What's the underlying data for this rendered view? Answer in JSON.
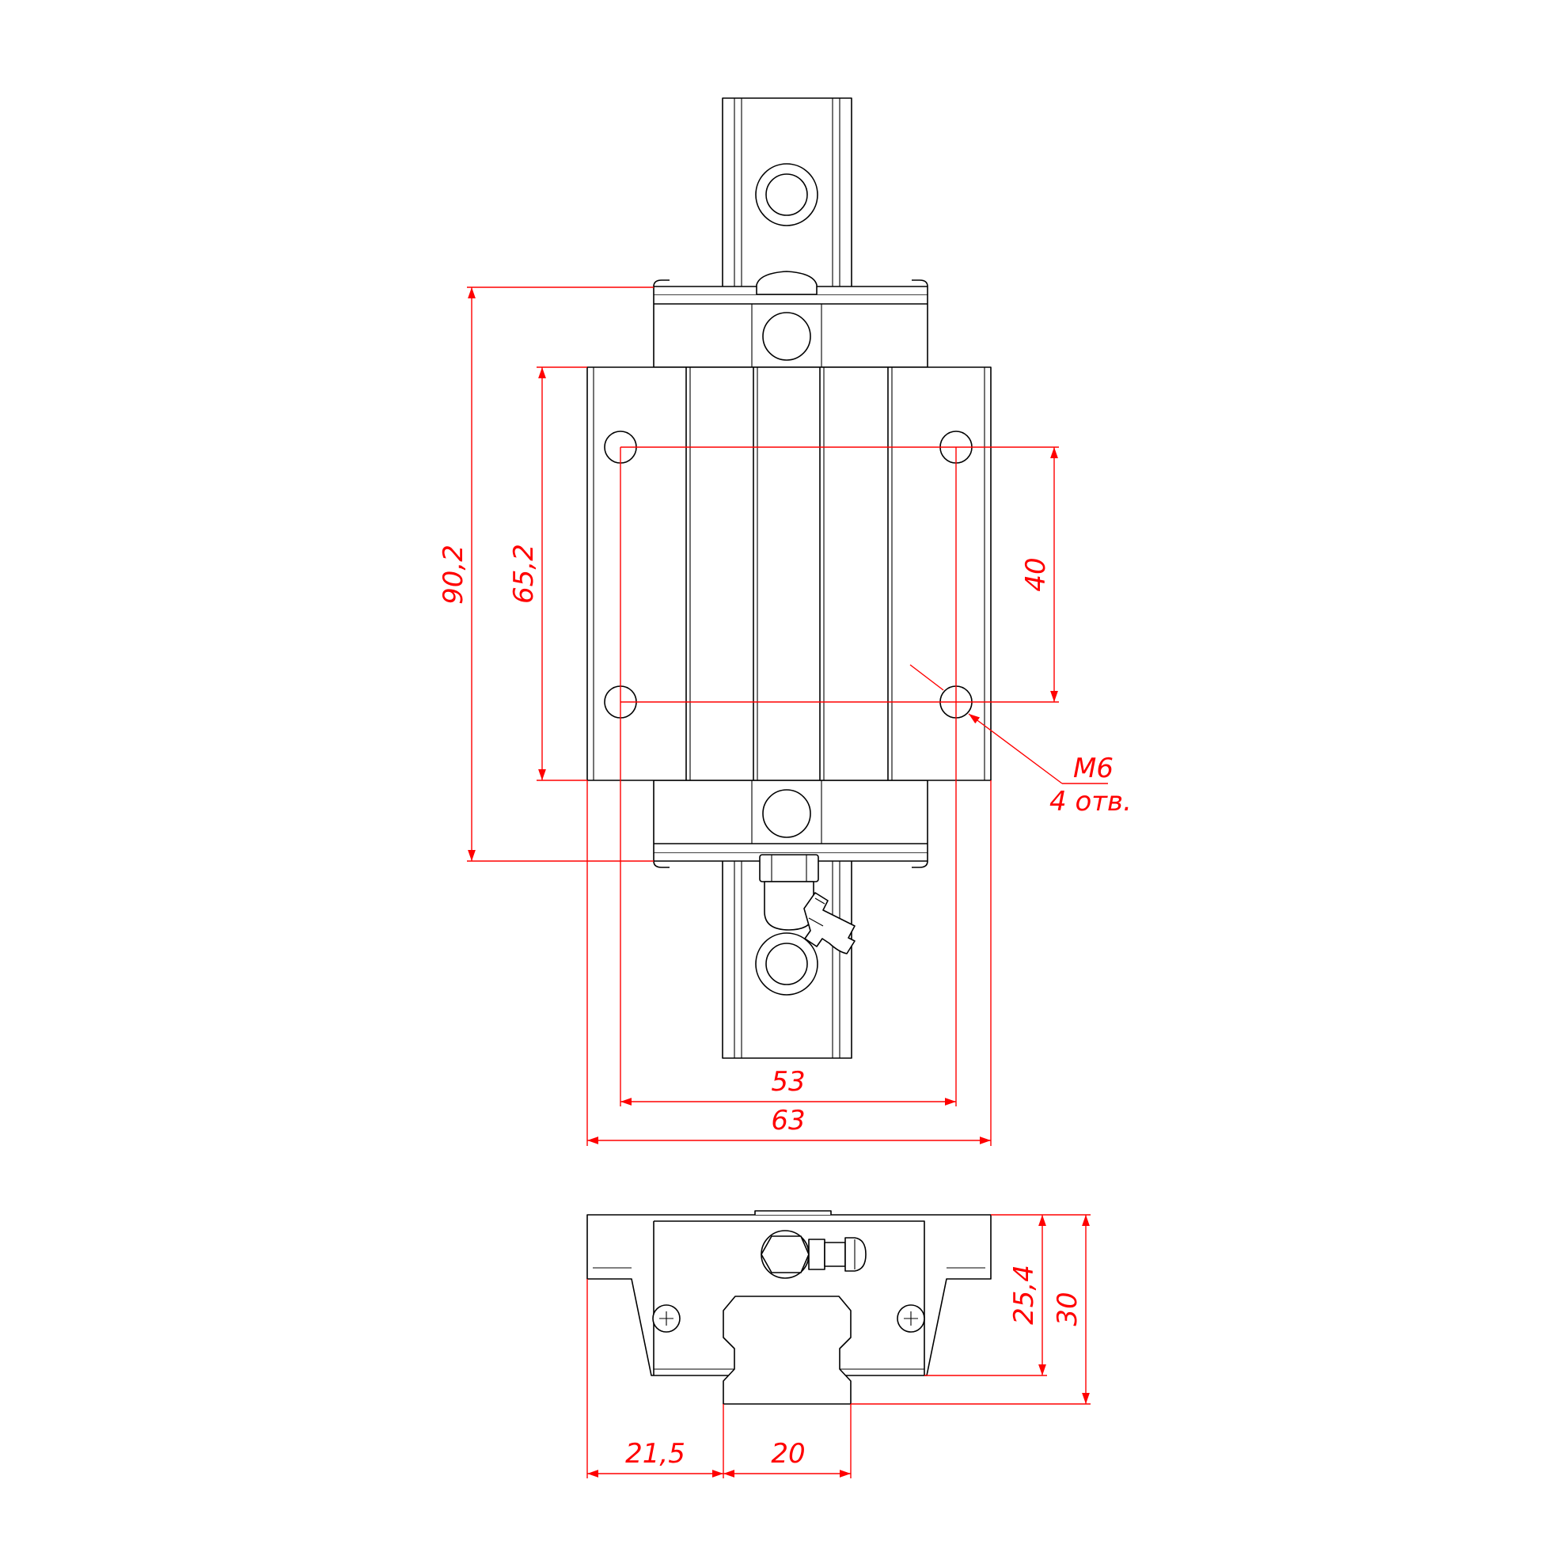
{
  "dimensions": {
    "overall_length": "90,2",
    "body_length": "65,2",
    "hole_spacing_long": "40",
    "hole_spacing_wide": "53",
    "body_width": "63",
    "hole_callout_thread": "M6",
    "hole_callout_count": "4 отв.",
    "rail_offset": "21,5",
    "rail_width": "20",
    "carriage_height": "25,4",
    "total_height": "30"
  },
  "colors": {
    "outline": "#000000",
    "dimension": "#ff0000",
    "background": "#ffffff"
  }
}
